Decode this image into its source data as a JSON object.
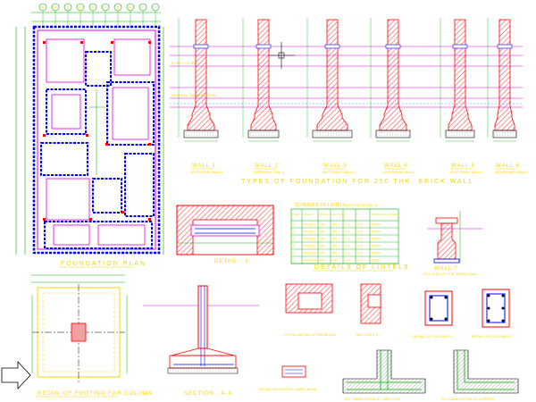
{
  "foundation_plan": {
    "title": "FOUNDATION PLAN",
    "grid_top": [
      "A",
      "B",
      "C",
      "D",
      "E",
      "F",
      "G",
      "H",
      "I",
      "J"
    ]
  },
  "wall_types": {
    "heading": "TYPES OF FOUNDATION FOR 250 THK. BRICK WALL",
    "walls": [
      {
        "name": "WALL 1",
        "sub": "(EXTERNAL WALL)"
      },
      {
        "name": "WALL 2",
        "sub": "(INTERNAL WALL)"
      },
      {
        "name": "WALL 3",
        "sub": "(INTERNAL WALL)"
      },
      {
        "name": "WALL 4",
        "sub": "(EXTERNAL WALL)"
      },
      {
        "name": "WALL 5",
        "sub": "(EXTERNAL WALL)"
      },
      {
        "name": "WALL 6",
        "sub": "(BOUNDARY WALL)"
      }
    ],
    "plinth_label": "PLINTH LEVEL",
    "ground_label": "NATURAL GROUND LEVEL"
  },
  "details": {
    "detail_1": "DETAIL : 1",
    "lintels_title": "DETAILS OF LINTELS",
    "wall_7": "WALL 7",
    "wall_7_sub": "RCC FOR 110 THK. BRICK WALL",
    "footing_title": "DETAIL OF FOOTING FOR COLUMN",
    "section_aa": "SECTION : A-A",
    "plastic_lintel": "DETAIL OF PLASTIC LINTEL BAND",
    "rib_block": "TYPICAL DETAIL OF RIB BLOCK",
    "section_23": "SECTION 2-2",
    "column_c1": "DETAIL OF COLUMN C1",
    "column_c2": "DETAIL OF COLUMN C2",
    "rc_junction": "R.C. BAND DETAIL AT JUNCTION",
    "rc_corner": "R.C. BAND DETAIL AT CORNER"
  },
  "lintel_schedule": {
    "title": "SCHEDULE OF LINTELS",
    "subtitle": "(REFER DETAIL-1)",
    "headers": [
      "ITEM",
      "SPAN 'X'",
      "WIDTH",
      "DEPTH 'D'",
      "A",
      "B",
      "STIRRUPS 2 LEGGED"
    ],
    "rows": [
      [
        "1",
        "900-1200",
        "125",
        "150",
        "2-10",
        "2-10",
        "6@150"
      ],
      [
        "2",
        "900-1200",
        "250",
        "150",
        "3-10",
        "2-10",
        "6@150"
      ],
      [
        "3",
        "900-1500",
        "125",
        "150",
        "2-10",
        "2-10",
        "6@150"
      ],
      [
        "4",
        "900-1500",
        "250",
        "150",
        "3-10",
        "2-10",
        "6@150"
      ],
      [
        "5",
        "1500-1800",
        "250",
        "200",
        "3-12",
        "2-10",
        "6@150"
      ],
      [
        "6",
        "1800-2400",
        "250",
        "230",
        "3-12",
        "2-10",
        "6@150"
      ]
    ]
  },
  "colors": {
    "background": "#ffffff",
    "wall_red": "#ff0000",
    "magenta": "#e000e0",
    "blue": "#0000ff",
    "green": "#00b000",
    "dim_pink": "#c0006a",
    "text_yellow": "#ffd400",
    "dark": "#000000"
  }
}
